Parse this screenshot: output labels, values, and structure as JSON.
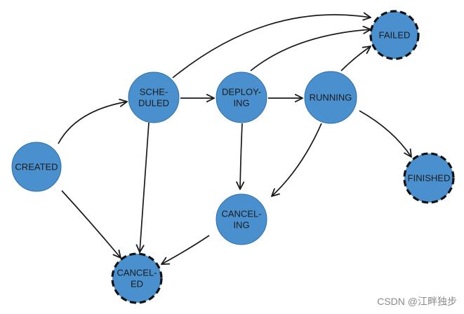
{
  "diagram": {
    "node_color": "#4a90cf",
    "edge_color": "#1a1a1a",
    "states": [
      {
        "id": "created",
        "lines": [
          "CREATED"
        ]
      },
      {
        "id": "scheduled",
        "lines": [
          "SCHE-",
          "DULED"
        ]
      },
      {
        "id": "deploying",
        "lines": [
          "DEPLOY-",
          "ING"
        ]
      },
      {
        "id": "running",
        "lines": [
          "RUNNING"
        ]
      },
      {
        "id": "canceling",
        "lines": [
          "CANCEL-",
          "ING"
        ]
      },
      {
        "id": "failed",
        "lines": [
          "FAILED"
        ],
        "terminal": true
      },
      {
        "id": "finished",
        "lines": [
          "FINISHED"
        ],
        "terminal": true
      },
      {
        "id": "canceled",
        "lines": [
          "CANCEL-",
          "ED"
        ],
        "terminal": true
      }
    ],
    "transitions": [
      {
        "from": "created",
        "to": "scheduled"
      },
      {
        "from": "created",
        "to": "canceled"
      },
      {
        "from": "scheduled",
        "to": "deploying"
      },
      {
        "from": "scheduled",
        "to": "failed"
      },
      {
        "from": "scheduled",
        "to": "canceled"
      },
      {
        "from": "deploying",
        "to": "running"
      },
      {
        "from": "deploying",
        "to": "failed"
      },
      {
        "from": "deploying",
        "to": "canceling"
      },
      {
        "from": "running",
        "to": "failed"
      },
      {
        "from": "running",
        "to": "finished"
      },
      {
        "from": "running",
        "to": "canceling"
      },
      {
        "from": "canceling",
        "to": "canceled"
      }
    ]
  },
  "watermark": "CSDN @江畔独步"
}
